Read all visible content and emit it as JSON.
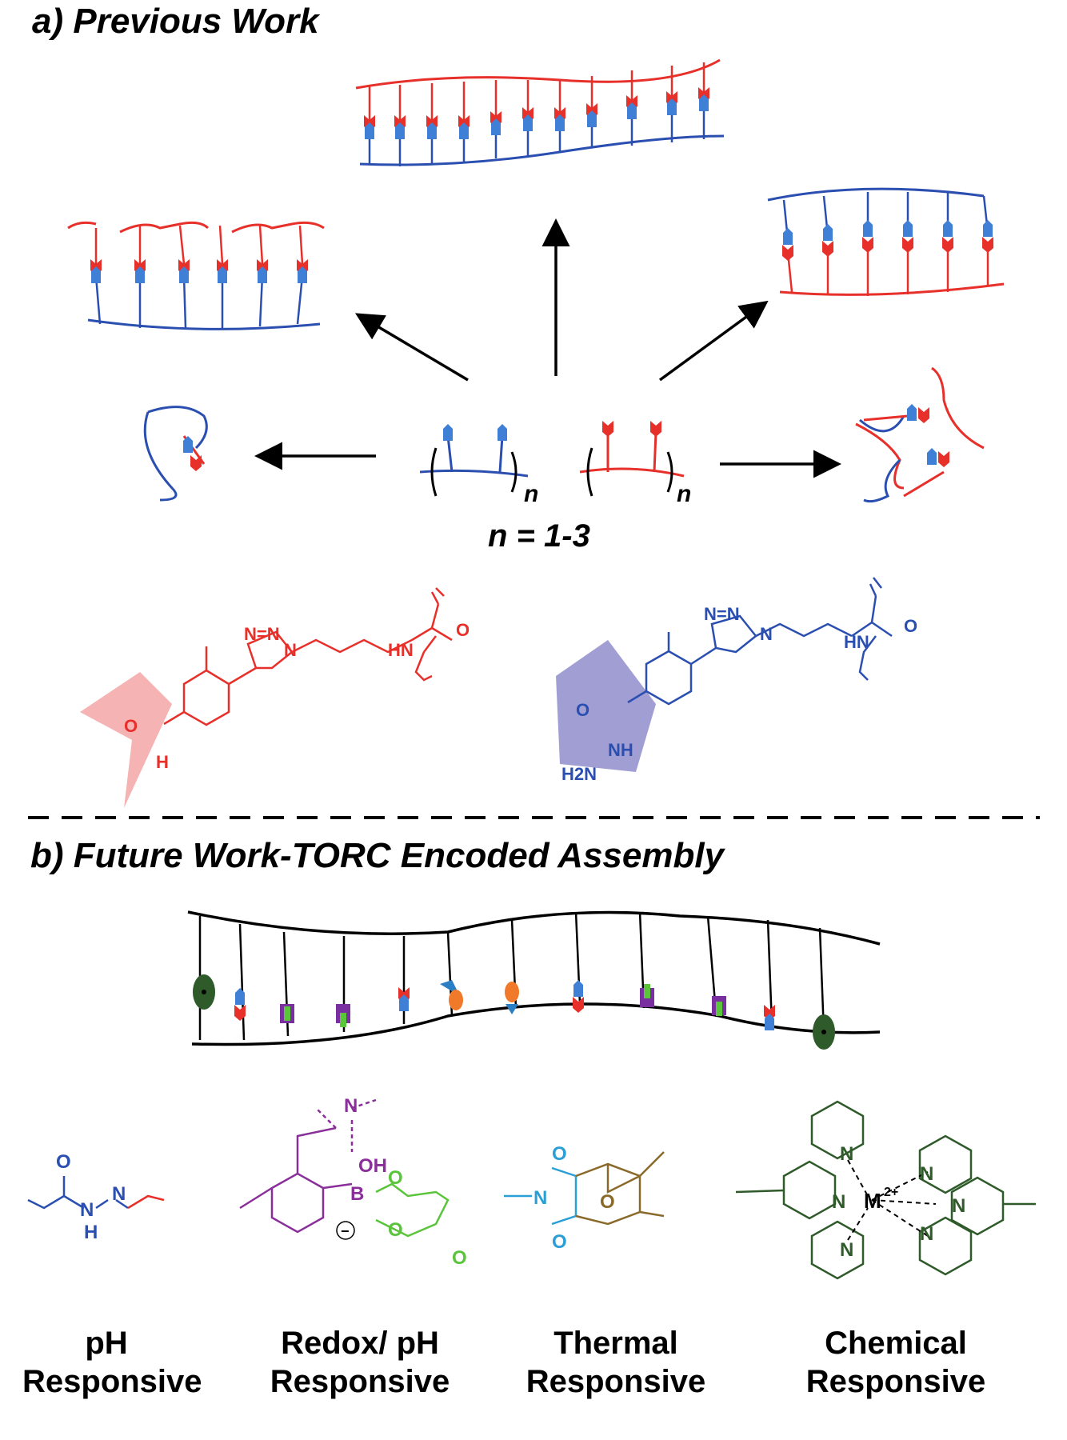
{
  "section_a": {
    "title": "a) Previous Work",
    "n_label": "n = 1-3",
    "subscript": "n"
  },
  "section_b": {
    "title": "b) Future Work-TORC Encoded Assembly"
  },
  "chem_labels": {
    "o": "O",
    "n": "N",
    "nn": "N=N",
    "hn": "HN",
    "h": "H",
    "nh": "NH",
    "h2n": "H2N",
    "oh": "OH",
    "b": "B",
    "minus": "−",
    "m": "M",
    "charge": "2+"
  },
  "responsive": [
    {
      "line1": "pH",
      "line2": "Responsive"
    },
    {
      "line1": "Redox/ pH",
      "line2": "Responsive"
    },
    {
      "line1": "Thermal",
      "line2": "Responsive"
    },
    {
      "line1": "Chemical",
      "line2": "Responsive"
    }
  ],
  "colors": {
    "red": "#e8302b",
    "blue": "#2b4fb0",
    "purple": "#8a2f9a",
    "green": "#5ac43a",
    "teal": "#2a9fd6",
    "brown": "#8a6a2a",
    "darkgreen": "#2f5a2a",
    "orange": "#f07a2a"
  }
}
